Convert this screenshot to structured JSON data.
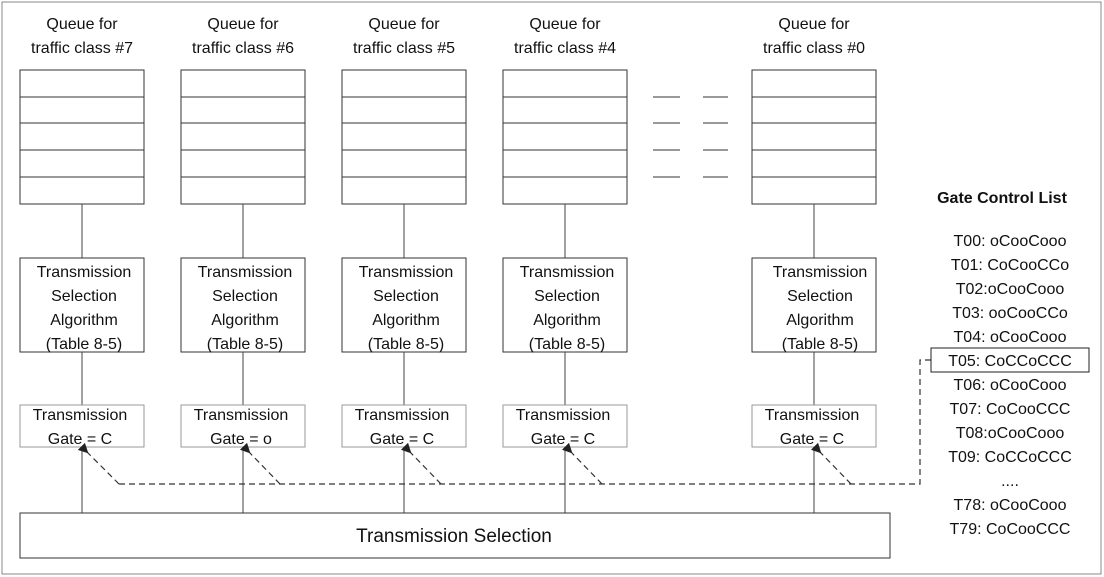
{
  "queues": [
    {
      "title_line1": "Queue for",
      "title_line2": "traffic class #7",
      "tsa": [
        "Transmission",
        "Selection",
        "Algorithm",
        "(Table 8-5)"
      ],
      "gate_line1": "Transmission",
      "gate_line2": "Gate = C"
    },
    {
      "title_line1": "Queue for",
      "title_line2": "traffic class #6",
      "tsa": [
        "Transmission",
        "Selection",
        "Algorithm",
        "(Table 8-5)"
      ],
      "gate_line1": "Transmission",
      "gate_line2": "Gate = o"
    },
    {
      "title_line1": "Queue for",
      "title_line2": "traffic class #5",
      "tsa": [
        "Transmission",
        "Selection",
        "Algorithm",
        "(Table 8-5)"
      ],
      "gate_line1": "Transmission",
      "gate_line2": "Gate = C"
    },
    {
      "title_line1": "Queue for",
      "title_line2": "traffic class #4",
      "tsa": [
        "Transmission",
        "Selection",
        "Algorithm",
        "(Table 8-5)"
      ],
      "gate_line1": "Transmission",
      "gate_line2": "Gate = C"
    },
    {
      "title_line1": "Queue for",
      "title_line2": "traffic class #0",
      "tsa": [
        "Transmission",
        "Selection",
        "Algorithm",
        "(Table 8-5)"
      ],
      "gate_line1": "Transmission",
      "gate_line2": "Gate = C"
    }
  ],
  "transmission_selection": "Transmission Selection",
  "gate_control_list": {
    "title": "Gate Control List",
    "entries": [
      "T00: oCooCooo",
      "T01: CoCooCCo",
      "T02:oCooCooo",
      "T03: ooCooCCo",
      "T04: oCooCooo",
      "T05: CoCCoCCC",
      "T06: oCooCooo",
      "T07: CoCooCCC",
      "T08:oCooCooo",
      "T09: CoCCoCCC",
      "....",
      "T78: oCooCooo",
      "T79: CoCooCCC"
    ],
    "highlighted": "T05: CoCCoCCC"
  }
}
